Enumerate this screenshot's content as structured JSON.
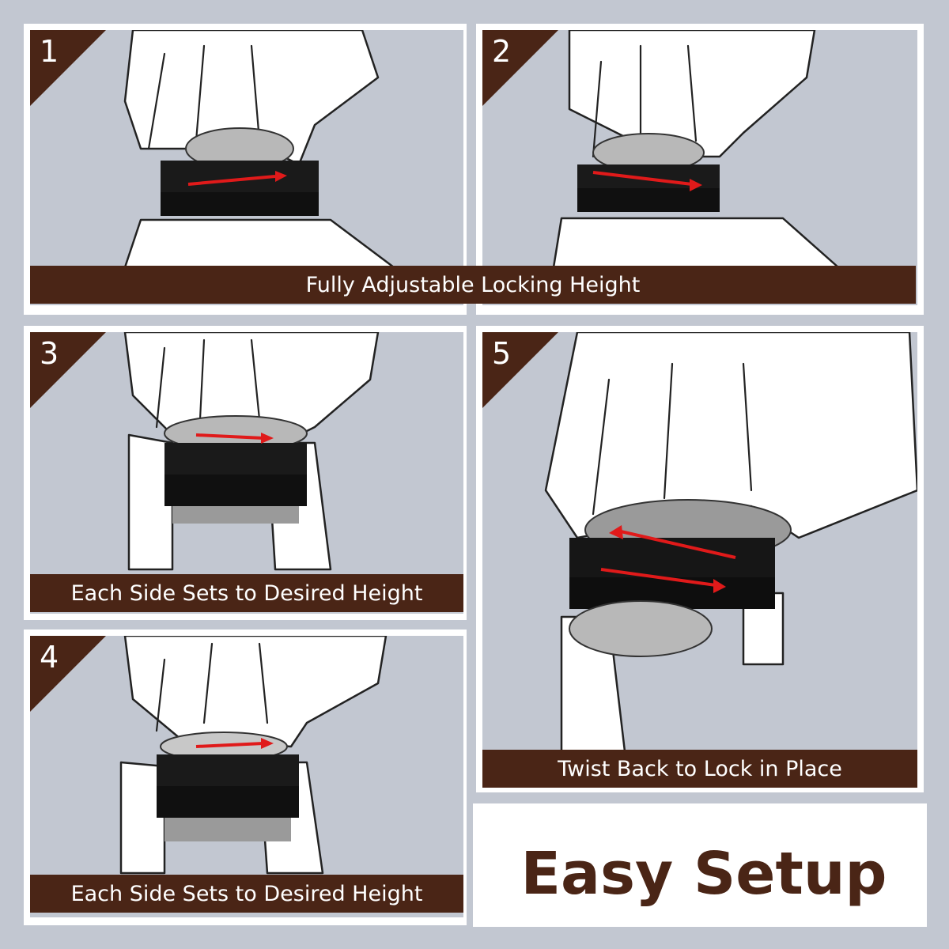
{
  "steps": [
    {
      "number": "1",
      "caption": "Fully Adjustable Locking Height"
    },
    {
      "number": "2"
    },
    {
      "number": "3",
      "caption": "Each Side Sets to Desired Height"
    },
    {
      "number": "4",
      "caption": "Each Side Sets to Desired Height"
    },
    {
      "number": "5",
      "caption": "Twist Back to Lock in Place"
    }
  ],
  "title": "Easy Setup",
  "colors": {
    "background": "#c2c7d1",
    "frame": "#ffffff",
    "banner": "#4a2516",
    "arrow": "#e01a1a",
    "title": "#4a2516"
  },
  "icons": [
    "hand-illustration",
    "tamper-ring-icon",
    "red-rotation-arrow-icon"
  ]
}
